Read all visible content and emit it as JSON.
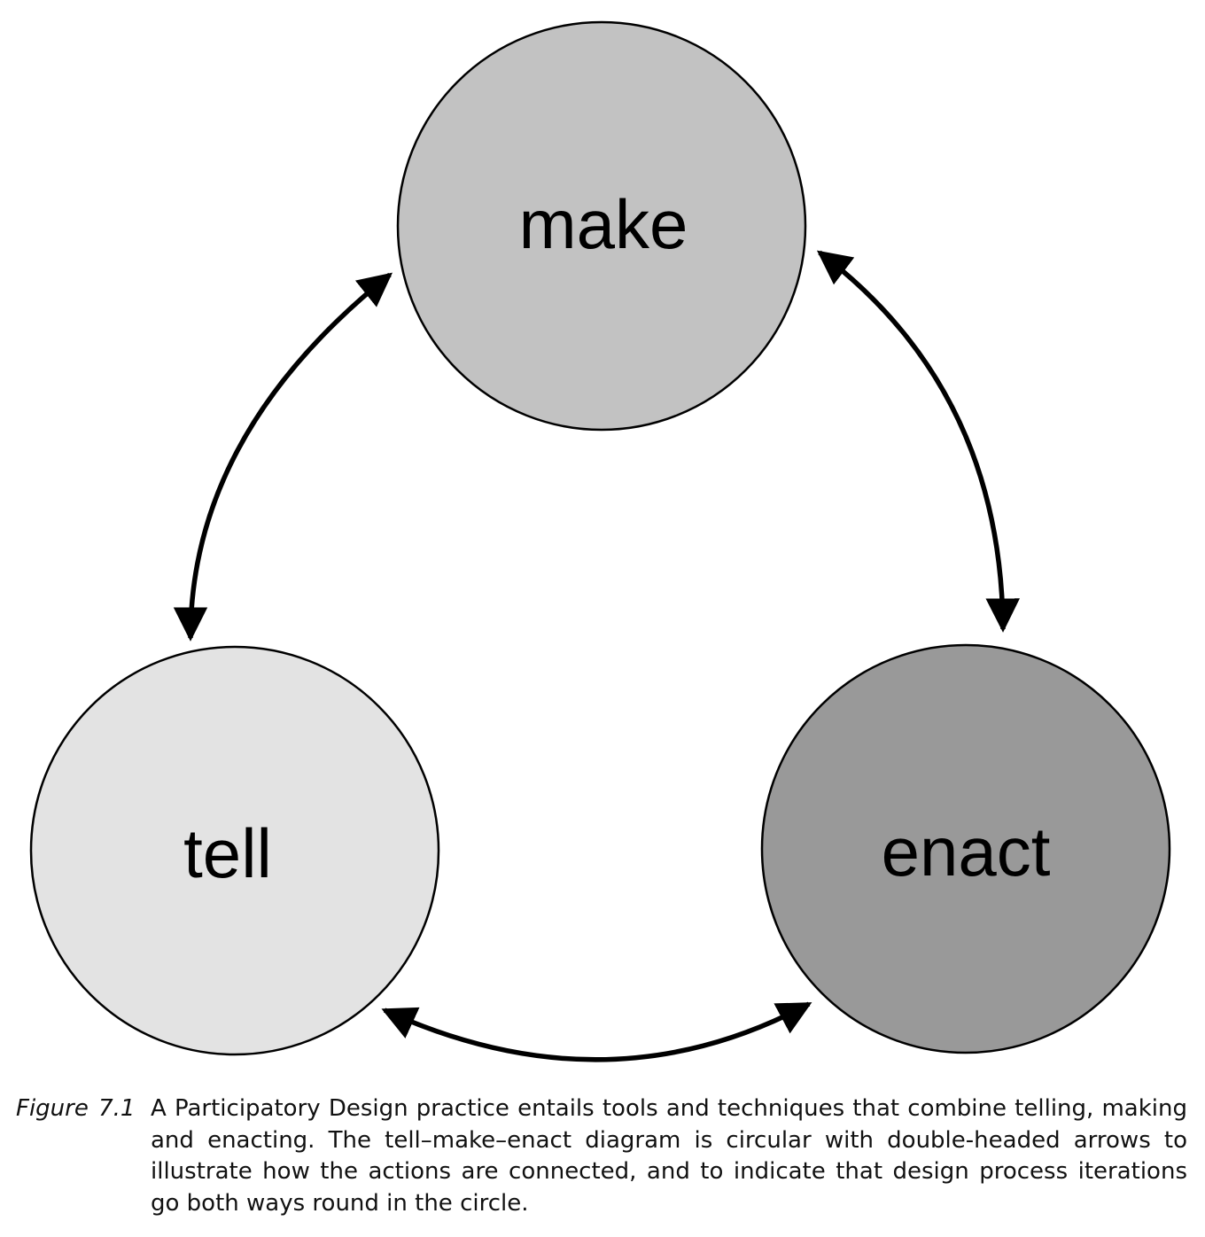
{
  "diagram": {
    "nodes": {
      "make": {
        "label": "make",
        "fill": "#c2c2c2"
      },
      "tell": {
        "label": "tell",
        "fill": "#e3e3e3"
      },
      "enact": {
        "label": "enact",
        "fill": "#999999"
      }
    },
    "edges": [
      {
        "from": "make",
        "to": "tell",
        "arrowheads": "both"
      },
      {
        "from": "make",
        "to": "enact",
        "arrowheads": "both"
      },
      {
        "from": "tell",
        "to": "enact",
        "arrowheads": "both"
      }
    ],
    "stroke_color": "#000000"
  },
  "caption": {
    "label": "Figure 7.1",
    "text": "A Participatory Design practice entails tools and techniques that combine telling, making and enacting. The tell–make–enact diagram is circular with double-headed arrows to illustrate how the actions are connected, and to indicate that design pro­cess iterations go both ways round in the circle."
  }
}
